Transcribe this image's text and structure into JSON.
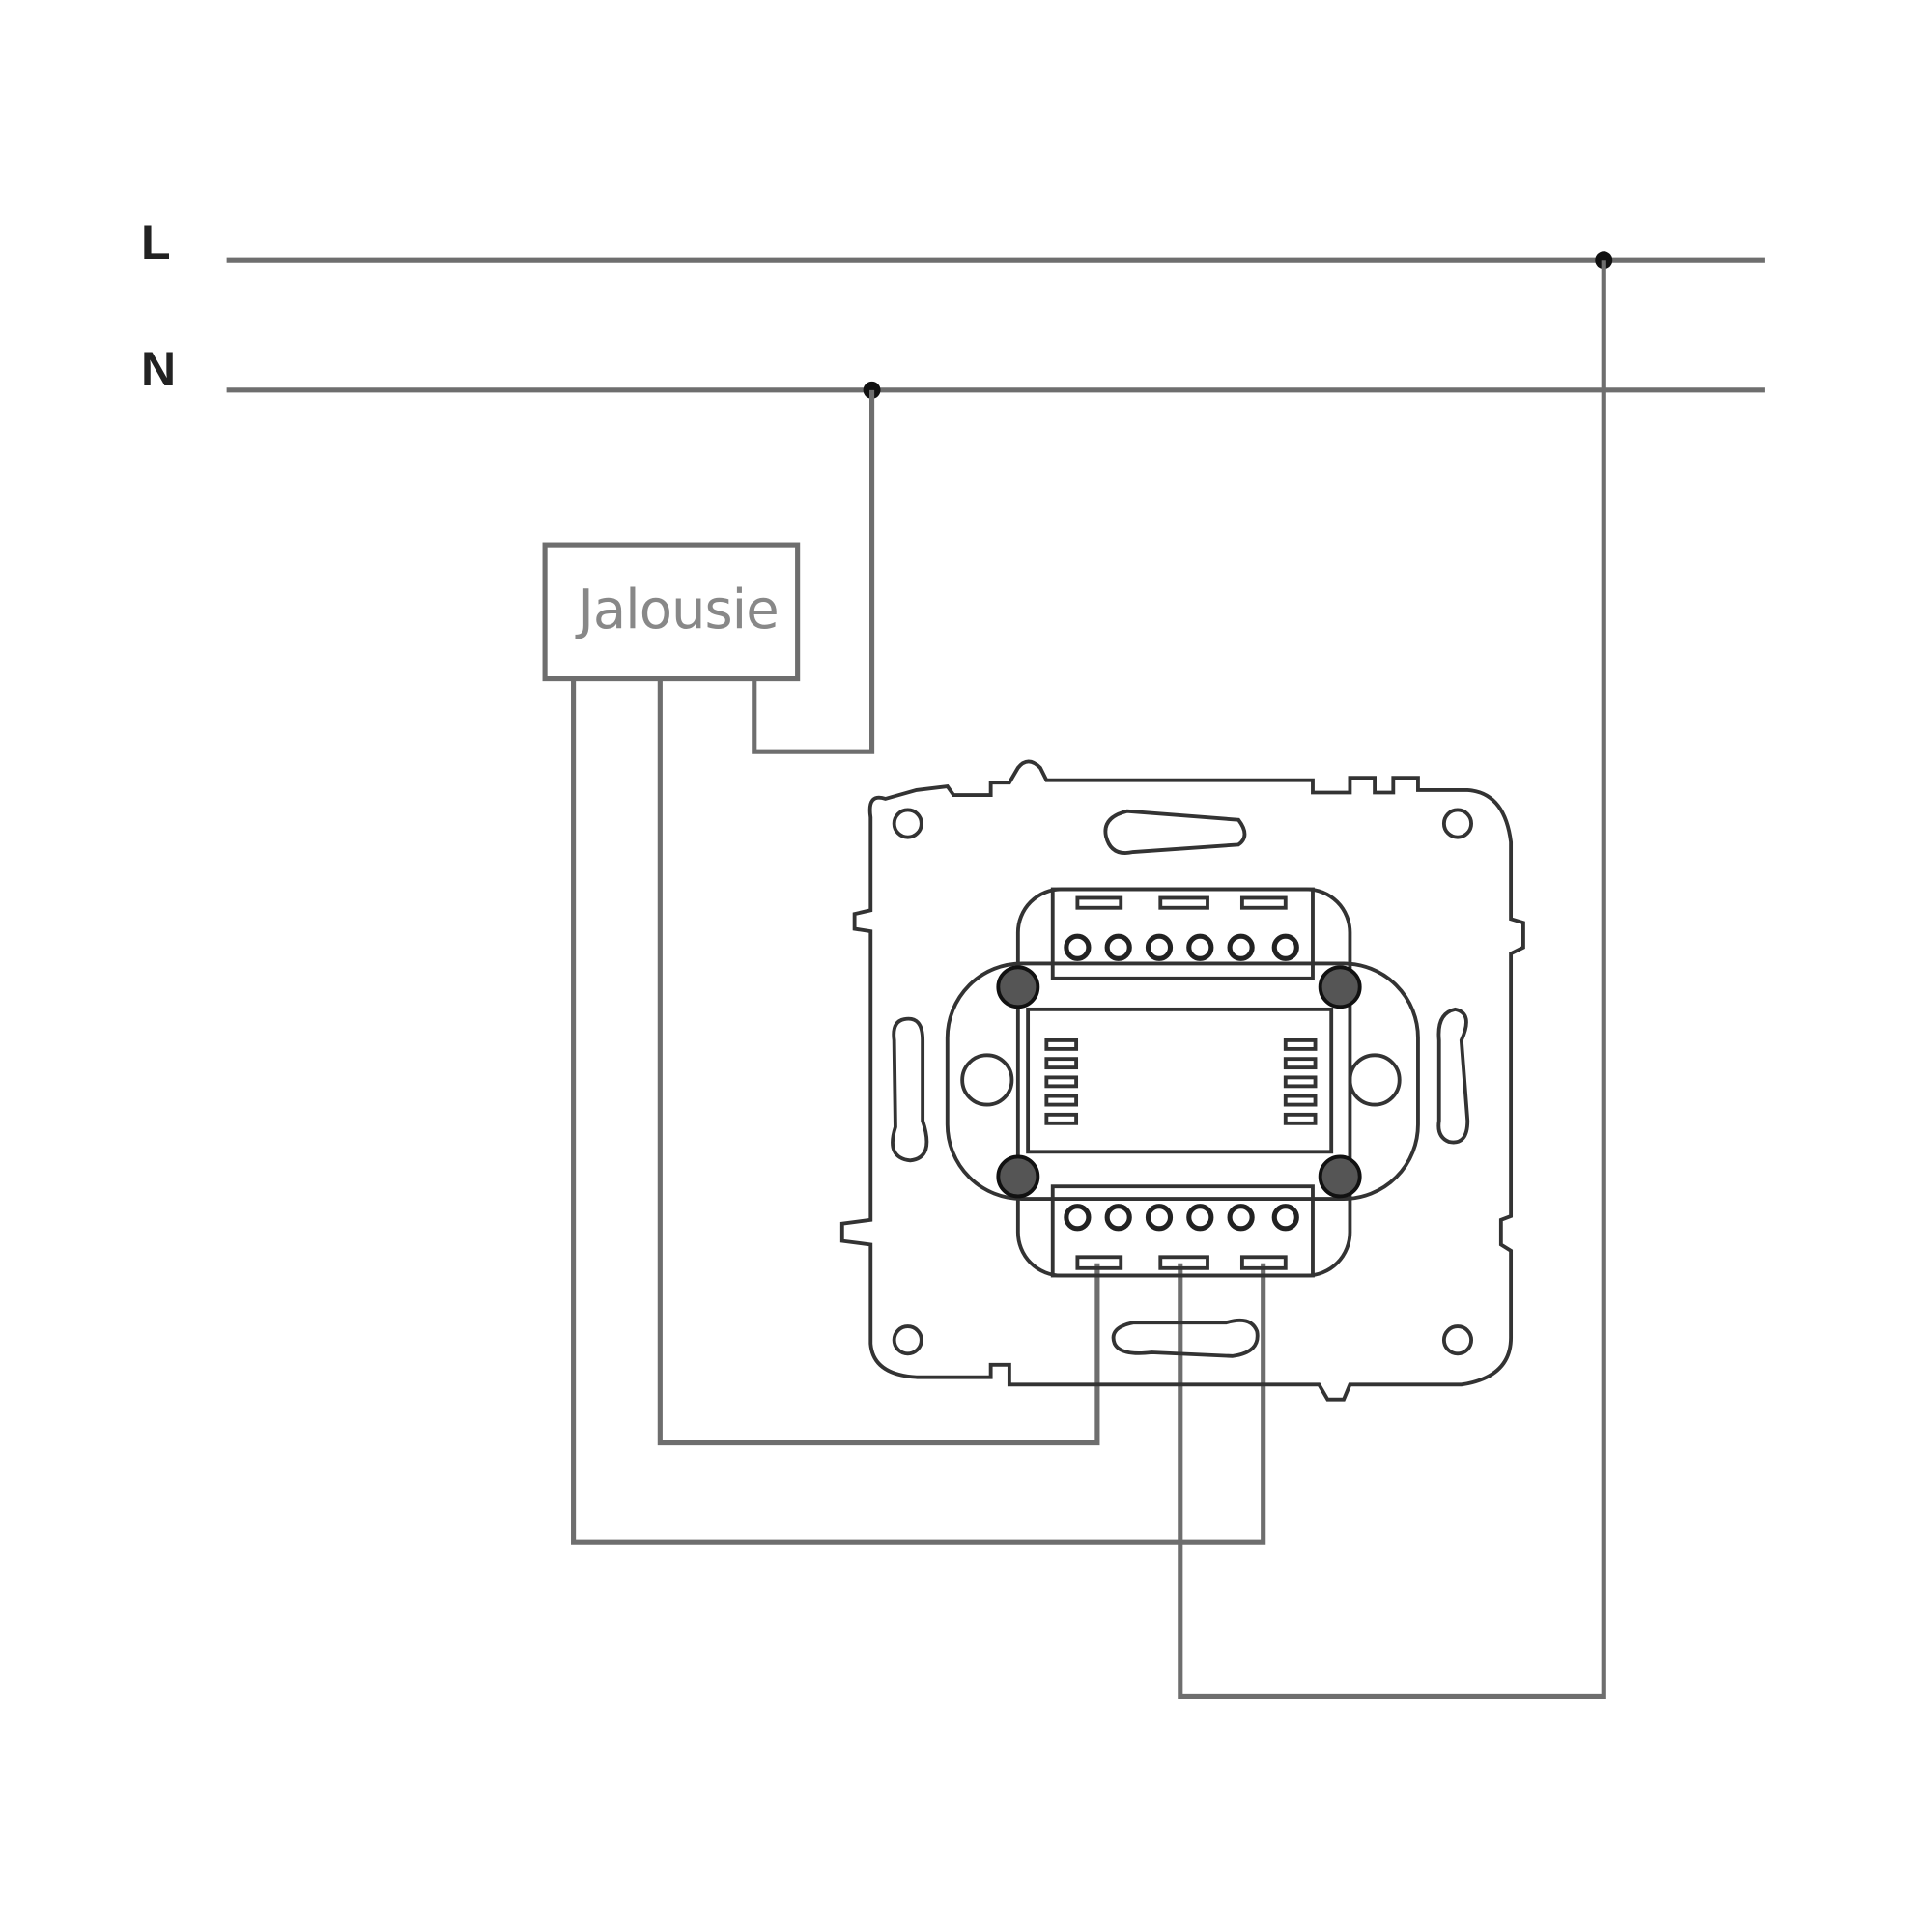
{
  "lines": {
    "live_label": "L",
    "neutral_label": "N"
  },
  "load": {
    "label": "Jalousie"
  },
  "colors": {
    "wire": "#6e6e6e",
    "device": "#333333",
    "label_text": "#888888"
  }
}
